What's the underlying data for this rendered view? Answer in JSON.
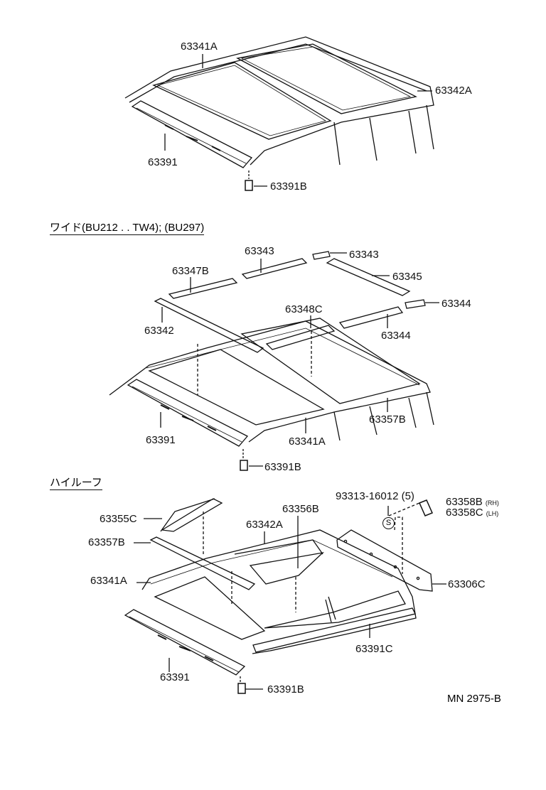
{
  "sections": [
    {
      "heading": ""
    },
    {
      "heading": "ワイド(BU212 . . TW4); (BU297)"
    },
    {
      "heading": "ハイルーフ"
    }
  ],
  "parts": {
    "s1": [
      "63341A",
      "63342A",
      "63391",
      "63391B"
    ],
    "s2": [
      "63343",
      "63343",
      "63347B",
      "63345",
      "63344",
      "63348C",
      "63342",
      "63344",
      "63357B",
      "63391",
      "63341A",
      "63391B"
    ],
    "s3": [
      "93313-16012",
      "(5)",
      "63358B",
      "(RH)",
      "63358C",
      "(LH)",
      "63355C",
      "63356B",
      "63342A",
      "63357B",
      "63341A",
      "63306C",
      "63391C",
      "63391",
      "63391B"
    ]
  },
  "symbol": "S",
  "diagram_code": "MN 2975-B",
  "colors": {
    "line": "#111111",
    "background": "#ffffff"
  }
}
